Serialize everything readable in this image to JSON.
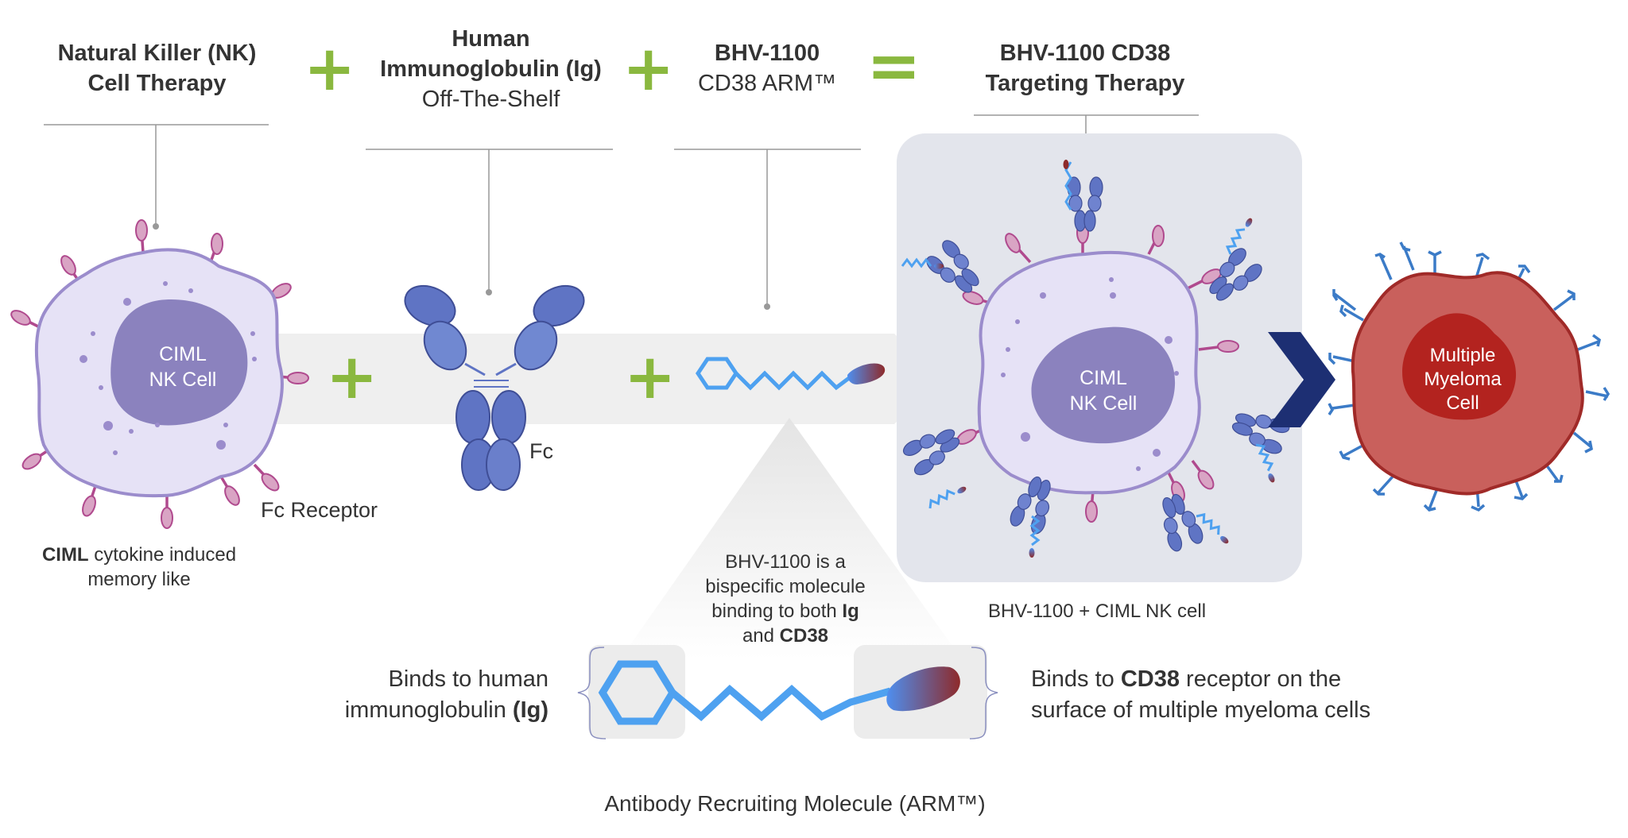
{
  "headers": {
    "nk": {
      "line1": "Natural Killer (NK)",
      "line2": "Cell Therapy"
    },
    "ig": {
      "line1": "Human",
      "line2": "Immunoglobulin (Ig)",
      "line3": "Off-The-Shelf"
    },
    "arm": {
      "line1": "BHV-1100",
      "line2": "CD38 ARM™"
    },
    "result": {
      "line1": "BHV-1100 CD38",
      "line2": "Targeting Therapy"
    }
  },
  "operators": {
    "plus": "+",
    "equals": "="
  },
  "cells": {
    "nk_left": {
      "line1": "CIML",
      "line2": "NK Cell"
    },
    "nk_right": {
      "line1": "CIML",
      "line2": "NK Cell"
    },
    "myeloma": {
      "line1": "Multiple",
      "line2": "Myeloma",
      "line3": "Cell"
    }
  },
  "labels": {
    "fc": "Fc",
    "fc_receptor": "Fc Receptor",
    "ciml_bold": "CIML",
    "ciml_rest": " cytokine induced",
    "ciml_line2": "memory like",
    "combo_caption": "BHV-1100 + CIML NK cell",
    "bispecific_l1": "BHV-1100 is a",
    "bispecific_l2": "bispecific molecule",
    "bispecific_l3a": "binding to both ",
    "bispecific_l3b": "Ig",
    "bispecific_l4a": "and ",
    "bispecific_l4b": "CD38",
    "binds_ig_l1": "Binds to human",
    "binds_ig_l2a": "immunoglobulin ",
    "binds_ig_l2b": "(Ig)",
    "binds_cd38_a": "Binds to ",
    "binds_cd38_b": "CD38",
    "binds_cd38_c": " receptor on the",
    "binds_cd38_l2": "surface of multiple myeloma cells",
    "arm_caption": "Antibody Recruiting Molecule (ARM™)"
  },
  "colors": {
    "plus_green": "#8ab83f",
    "nk_membrane": "#e6e2f6",
    "nk_outline": "#9b8ccc",
    "nucleus": "#8b82be",
    "antibody": "#5f74c4",
    "arm_blue": "#4ea1f0",
    "myeloma_red": "#c9605c",
    "myeloma_nucleus": "#b3231f",
    "chevron_navy": "#1d2f73",
    "receptor_magenta": "#b04a8e",
    "panel_gray": "#e3e5ec",
    "band_gray": "#efefef"
  }
}
